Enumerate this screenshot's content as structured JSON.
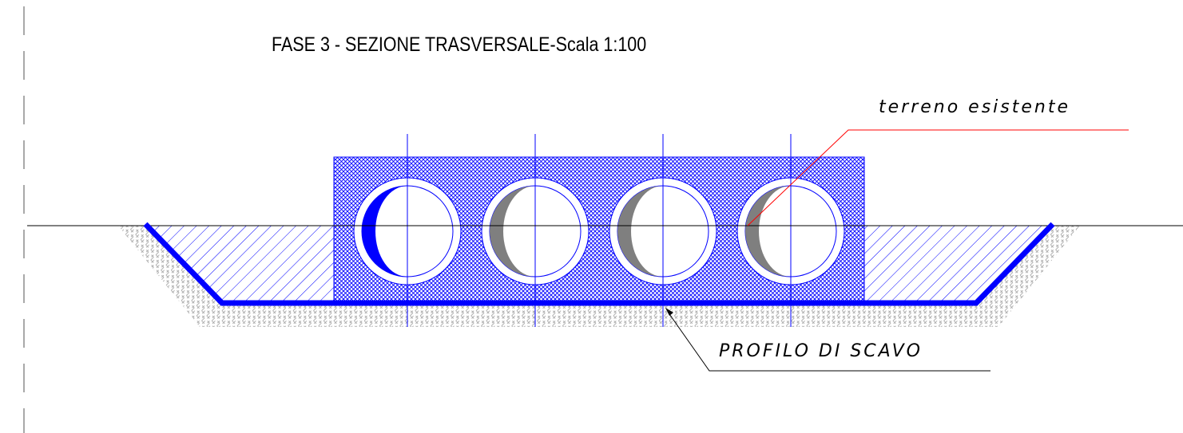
{
  "title": "FASE 3 - SEZIONE TRASVERSALE-Scala 1:100",
  "labels": {
    "existing_ground": "terreno esistente",
    "excavation_profile": "PROFILO DI SCAVO"
  },
  "colors": {
    "line_blue": "#0000ff",
    "hatch_grey": "#9a9a9a",
    "leader_red": "#ff0000",
    "pipe_shadow": "#7f7f7f",
    "ground_line": "#000000"
  },
  "pipes": [
    "pipe-1",
    "pipe-2",
    "pipe-3",
    "pipe-4"
  ]
}
